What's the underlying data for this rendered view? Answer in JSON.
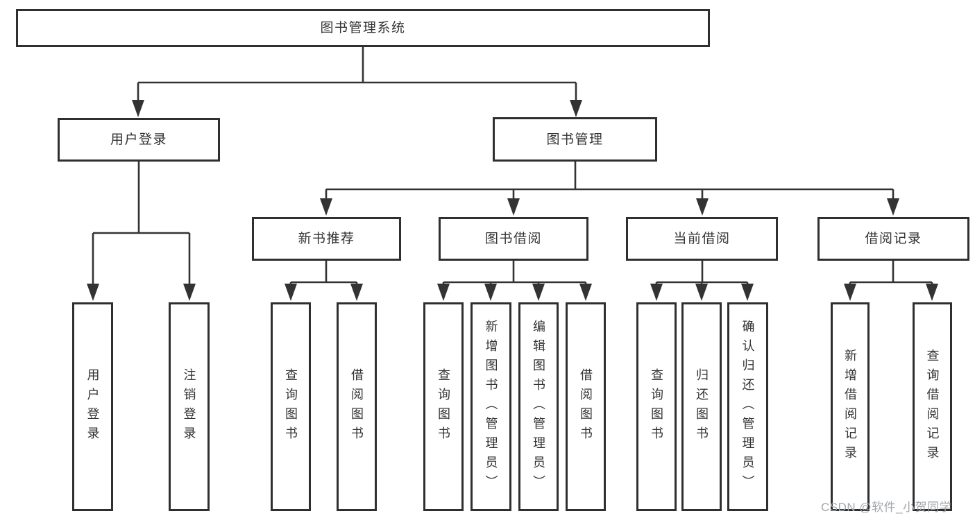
{
  "tree": {
    "root": {
      "label": "图书管理系统"
    },
    "branches": [
      {
        "label": "用户登录",
        "children": [
          {
            "label": "用户登录"
          },
          {
            "label": "注销登录"
          }
        ]
      },
      {
        "label": "图书管理",
        "children": [
          {
            "label": "新书推荐",
            "children": [
              {
                "label": "查询图书"
              },
              {
                "label": "借阅图书"
              }
            ]
          },
          {
            "label": "图书借阅",
            "children": [
              {
                "label": "查询图书"
              },
              {
                "label": "新增图书（管理员）"
              },
              {
                "label": "编辑图书（管理员）"
              },
              {
                "label": "借阅图书"
              }
            ]
          },
          {
            "label": "当前借阅",
            "children": [
              {
                "label": "查询图书"
              },
              {
                "label": "归还图书"
              },
              {
                "label": "确认归还（管理员）"
              }
            ]
          },
          {
            "label": "借阅记录",
            "children": [
              {
                "label": "新增借阅记录"
              },
              {
                "label": "查询借阅记录"
              }
            ]
          }
        ]
      }
    ]
  },
  "watermark": "CSDN @软件_小贺同学",
  "colors": {
    "line": "#333333",
    "box_border": "#2f2f2f",
    "text": "#333333",
    "watermark": "#a3a7ab",
    "background": "#ffffff"
  }
}
